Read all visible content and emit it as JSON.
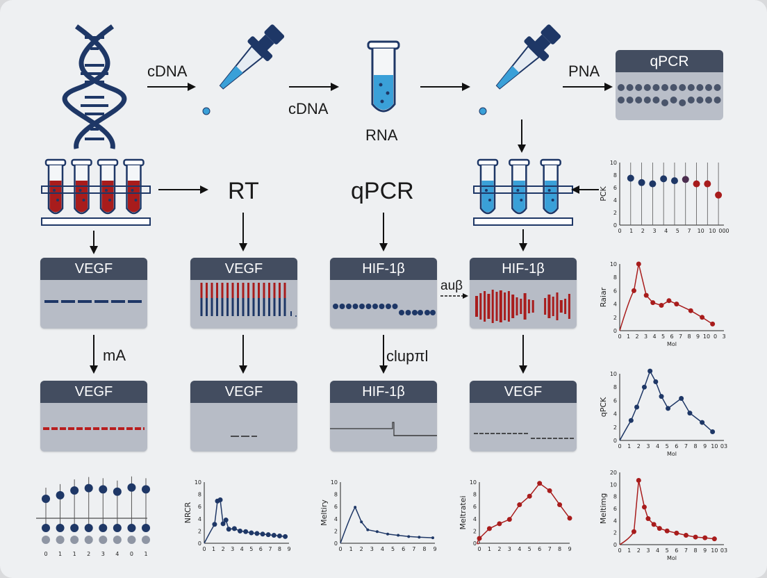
{
  "colors": {
    "navy": "#1e3766",
    "red": "#a81c1c",
    "blue": "#3aa0d8",
    "header": "#434d60",
    "card": "#b7bcc6"
  },
  "icons": [
    "dna-helix-icon",
    "dropper-icon",
    "test-tube-icon",
    "tube-rack-icon",
    "arrow-icon"
  ],
  "flow_labels": {
    "cdna_1": "cDNA",
    "cdna_2": "cDNA",
    "rna": "RNA",
    "pna": "PNA",
    "rt": "RT",
    "qpcr_big": "qPCR",
    "ma": "mA",
    "aub": "auβ",
    "cluml": "clupπl"
  },
  "qpcr_box": {
    "title": "qPCR"
  },
  "cards": [
    {
      "title": "VEGF"
    },
    {
      "title": "VEGF"
    },
    {
      "title": "HIF-1β"
    },
    {
      "title": "HIF-1β"
    },
    {
      "title": "VEGF"
    },
    {
      "title": "VEGF"
    },
    {
      "title": "HIF-1β"
    },
    {
      "title": "VEGF"
    }
  ],
  "chart_data": [
    {
      "type": "scatter",
      "ylabel": "PCK",
      "yticks": [
        "0",
        "2",
        "4",
        "6",
        "8",
        "10"
      ],
      "xticks": [
        "0",
        "1",
        "2",
        "3",
        "4",
        "5",
        "7",
        "10",
        "10",
        "000"
      ],
      "ylim": [
        0,
        10
      ],
      "x": [
        1,
        2,
        3,
        4,
        5,
        6,
        7,
        8,
        9
      ],
      "y": [
        7.5,
        6.8,
        6.6,
        7.4,
        7.1,
        7.3,
        6.6,
        6.6,
        4.8
      ]
    },
    {
      "type": "line",
      "ylabel": "Raiar",
      "xlabel": "Mol",
      "yticks": [
        "0",
        "2",
        "4",
        "6",
        "8",
        "10"
      ],
      "xticks": [
        "0",
        "1",
        "2",
        "3",
        "4",
        "5",
        "6",
        "7",
        "8",
        "9",
        "10",
        "0",
        "3"
      ],
      "ylim": [
        0,
        10
      ],
      "x": [
        1.5,
        2,
        2.8,
        3.5,
        4.4,
        5.2,
        6,
        7.5,
        8.7,
        9.8
      ],
      "y": [
        6,
        10,
        5.3,
        4.2,
        3.8,
        4.5,
        4,
        3,
        2,
        1
      ]
    },
    {
      "type": "line",
      "ylabel": "qPCK",
      "xlabel": "Mol",
      "yticks": [
        "0",
        "2",
        "4",
        "6",
        "8",
        "10"
      ],
      "xticks": [
        "0",
        "1",
        "2",
        "3",
        "4",
        "5",
        "6",
        "7",
        "8",
        "9",
        "10",
        "03"
      ],
      "ylim": [
        0,
        10
      ],
      "x": [
        1.2,
        1.8,
        2.6,
        3.2,
        3.8,
        4.4,
        5.1,
        6.5,
        7.4,
        8.7,
        9.8
      ],
      "y": [
        3,
        5,
        8,
        10.4,
        8.8,
        6.6,
        4.8,
        6.3,
        4.1,
        2.7,
        1.3
      ]
    },
    {
      "type": "scatter",
      "ylabel": "",
      "xticks": [
        "0",
        "1",
        "1",
        "2",
        "3",
        "4",
        "0",
        "1"
      ],
      "x": [
        0,
        1,
        2,
        3,
        4,
        5,
        6,
        7
      ],
      "y_top": [
        7.3,
        7.9,
        8.7,
        9.1,
        8.9,
        8.5,
        9.2,
        8.9
      ]
    },
    {
      "type": "line",
      "ylabel": "NRCR",
      "yticks": [
        "0",
        "2",
        "4",
        "6",
        "8",
        "10"
      ],
      "xticks": [
        "0",
        "1",
        "2",
        "3",
        "4",
        "5",
        "6",
        "7",
        "8",
        "9"
      ],
      "ylim": [
        0,
        10
      ],
      "x": [
        1.1,
        1.4,
        1.7,
        2.0,
        2.3,
        2.6,
        3.2,
        3.8,
        4.4,
        5.0,
        5.6,
        6.2,
        6.8,
        7.4,
        8.0,
        8.6
      ],
      "y": [
        3.1,
        6.9,
        7.1,
        3.2,
        3.8,
        2.3,
        2.4,
        2.0,
        1.9,
        1.7,
        1.6,
        1.5,
        1.4,
        1.3,
        1.2,
        1.1
      ]
    },
    {
      "type": "line",
      "ylabel": "Meltiry",
      "yticks": [
        "0",
        "2",
        "4",
        "6",
        "8",
        "10"
      ],
      "xticks": [
        "0",
        "1",
        "2",
        "3",
        "4",
        "5",
        "6",
        "7",
        "8",
        "9"
      ],
      "ylim": [
        0,
        10
      ],
      "x": [
        1.4,
        2,
        2.6,
        3.5,
        4.5,
        5.5,
        6.5,
        7.5,
        8.8
      ],
      "y": [
        5.9,
        3.5,
        2.2,
        1.9,
        1.5,
        1.3,
        1.1,
        1.0,
        0.9
      ]
    },
    {
      "type": "line",
      "ylabel": "Meltratei",
      "yticks": [
        "0",
        "2",
        "4",
        "6",
        "8",
        "10"
      ],
      "xticks": [
        "0",
        "1",
        "2",
        "3",
        "4",
        "5",
        "6",
        "7",
        "8",
        "9"
      ],
      "ylim": [
        0,
        10
      ],
      "x": [
        0,
        1,
        2,
        3,
        4,
        5,
        6,
        7,
        8,
        9
      ],
      "y": [
        0.8,
        2.4,
        3.2,
        3.9,
        6.3,
        7.7,
        9.8,
        8.6,
        6.3,
        4.1
      ]
    },
    {
      "type": "line",
      "ylabel": "Meltimg",
      "xlabel": "Mol",
      "yticks": [
        "0",
        "2",
        "4",
        "6",
        "8",
        "10",
        "20"
      ],
      "xticks": [
        "0",
        "1",
        "2",
        "3",
        "4",
        "5",
        "6",
        "7",
        "8",
        "9",
        "10",
        "03"
      ],
      "ylim": [
        0,
        20
      ],
      "x": [
        1.5,
        2,
        2.6,
        3,
        3.6,
        4.2,
        5,
        6,
        7,
        8,
        9,
        10
      ],
      "y": [
        3.6,
        17.8,
        10.4,
        7.2,
        5.6,
        4.5,
        3.8,
        3.2,
        2.6,
        2.1,
        1.9,
        1.6
      ]
    }
  ]
}
